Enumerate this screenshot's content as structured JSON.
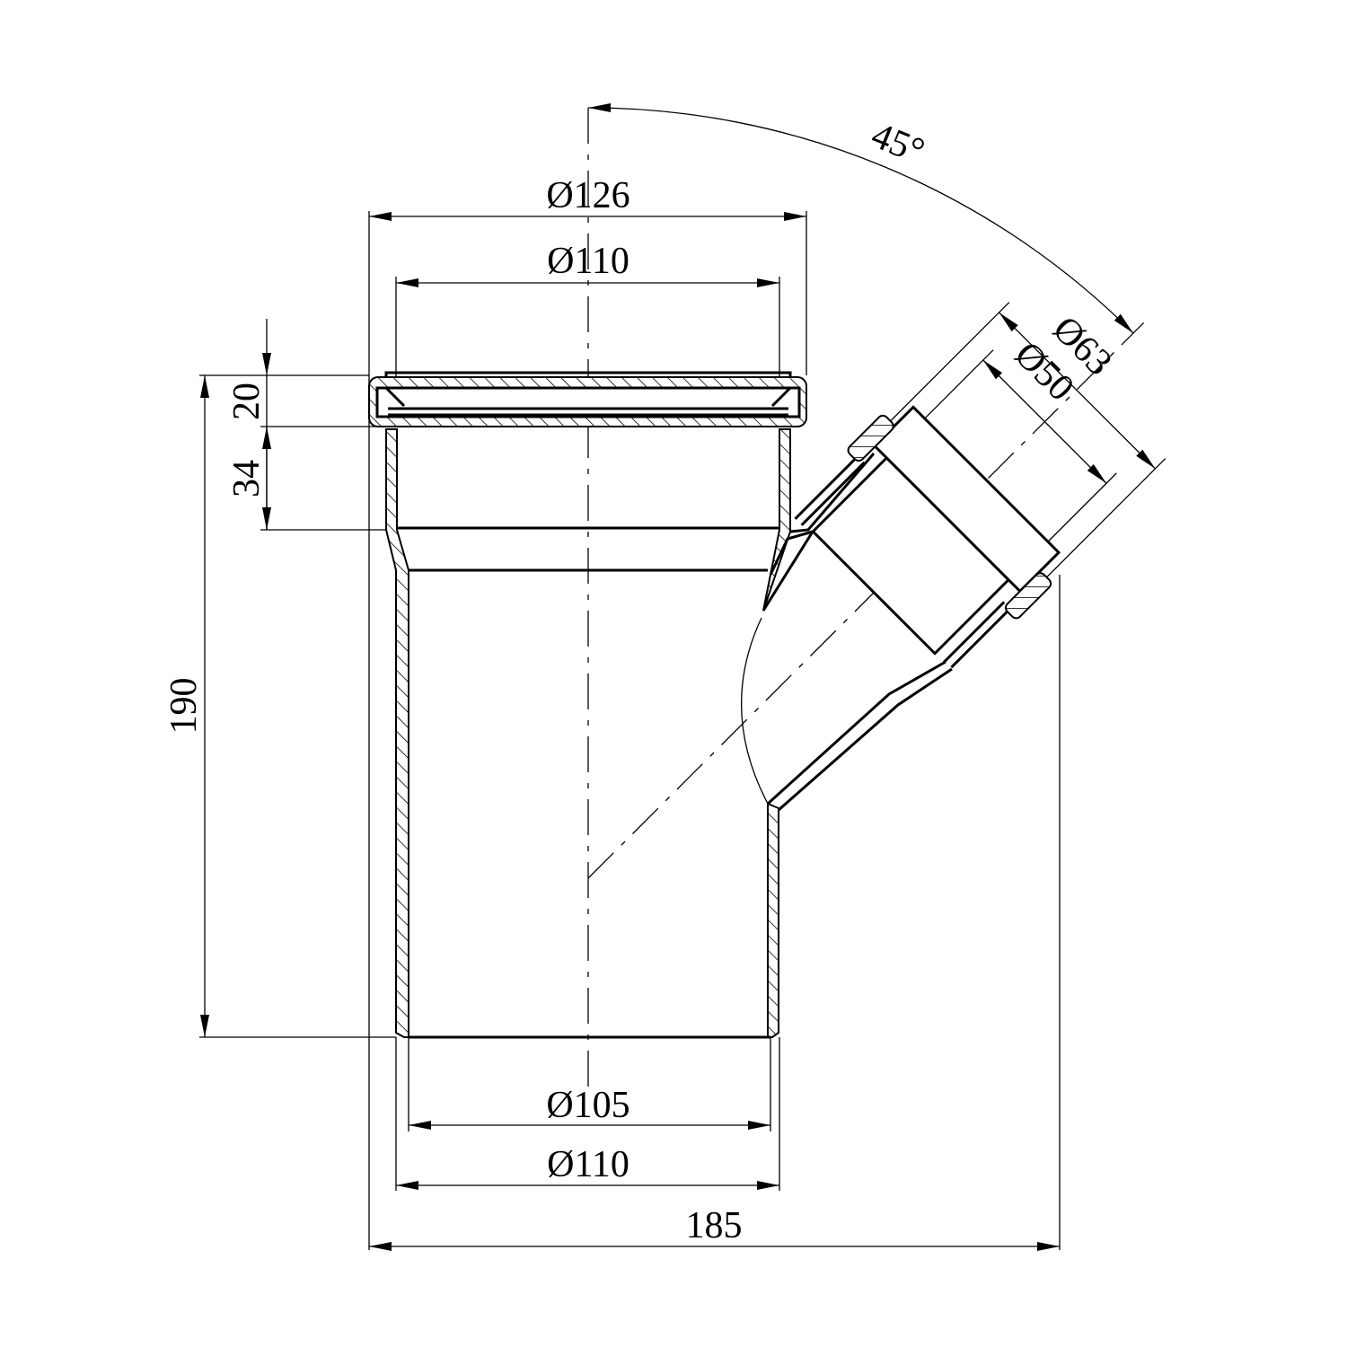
{
  "drawing": {
    "title": "45° branch pipe fitting",
    "stroke_color": "#000000",
    "background_color": "#ffffff"
  },
  "dimensions": {
    "top_socket_outer": "Ø126",
    "top_pipe_outer": "Ø110",
    "bottom_inner": "Ø105",
    "bottom_outer": "Ø110",
    "overall_width": "185",
    "overall_height": "190",
    "socket_ring_height": "20",
    "socket_depth": "34",
    "branch_angle": "45°",
    "branch_outer": "Ø63",
    "branch_inner": "Ø50"
  }
}
